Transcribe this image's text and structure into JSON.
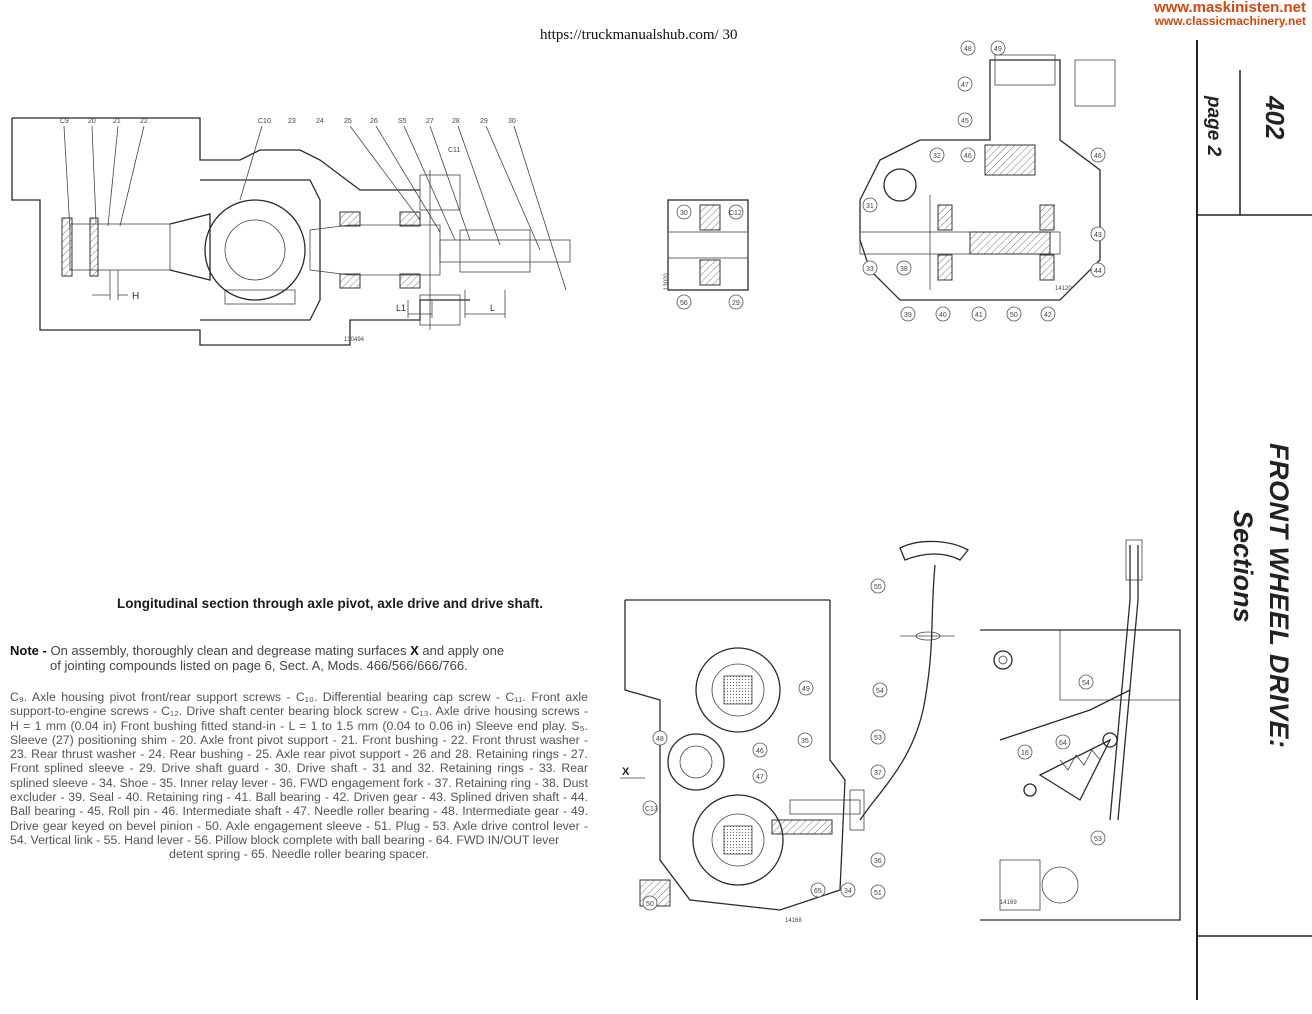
{
  "header": {
    "source_url": "https://truckmanualshub.com/ 30",
    "watermark_line1": "www.maskinisten.net",
    "watermark_line2": "www.classicmachinery.net",
    "page_number": "402",
    "page_sub": "page 2"
  },
  "section": {
    "title_line1": "FRONT WHEEL DRIVE:",
    "title_line2": "Sections"
  },
  "caption": {
    "title": "Longitudinal section through axle pivot, axle drive and drive shaft.",
    "note_label": "Note -",
    "note_text_1": " On assembly, thoroughly clean and degrease mating surfaces ",
    "note_x": "X",
    "note_text_2": " and apply one",
    "note_text_3": "of jointing compounds listed on page 6, Sect. A, Mods. 466/566/666/766.",
    "legend": "C₉. Axle housing pivot front/rear support screws - C₁₀. Differential bearing cap screw - C₁₁. Front axle support-to-engine screws - C₁₂. Drive shaft center bearing block screw - C₁₃. Axle drive housing screws - H = 1 mm (0.04 in) Front bushing fitted stand-in - L = 1 to 1.5 mm (0.04 to 0.06 in) Sleeve end play. S₅. Sleeve (27) positioning shim - 20. Axle front pivot support - 21. Front bushing - 22. Front thrust washer - 23. Rear thrust washer - 24. Rear bushing - 25. Axle rear pivot support - 26 and 28. Retaining rings - 27. Front splined sleeve - 29. Drive shaft guard - 30. Drive shaft - 31 and 32. Retaining rings - 33. Rear splined sleeve - 34. Shoe - 35. Inner relay lever - 36. FWD engagement fork - 37. Retaining ring - 38. Dust excluder - 39. Seal - 40. Retaining ring - 41. Ball bearing - 42. Driven gear - 43. Splined driven shaft - 44. Ball bearing - 45. Roll pin - 46. Intermediate shaft - 47. Needle roller bearing - 48. Intermediate gear - 49. Drive gear keyed on bevel pinion - 50. Axle engagement sleeve - 51. Plug - 53. Axle drive control lever - 54. Vertical link - 55. Hand lever - 56. Pillow block complete with ball bearing - 64. FWD IN/OUT lever",
    "legend_last": "detent spring - 65. Needle roller bearing spacer."
  },
  "diagram_labels": {
    "fig1_callouts": [
      "C9",
      "20",
      "21",
      "22",
      "C10",
      "23",
      "24",
      "25",
      "26",
      "S5",
      "27",
      "28",
      "29",
      "30",
      "C11"
    ],
    "fig1_dims": [
      "H",
      "L1",
      "L"
    ],
    "fig1_ref": "130494",
    "fig2_callouts": [
      "30",
      "C12",
      "56",
      "29"
    ],
    "fig2_ref": "13020",
    "fig3_callouts": [
      "48",
      "49",
      "47",
      "45",
      "46",
      "32",
      "31",
      "33",
      "38",
      "39",
      "40",
      "41",
      "50",
      "42",
      "43",
      "44",
      "46"
    ],
    "fig3_ref": "14120",
    "fig4_callouts": [
      "55",
      "54",
      "53",
      "37",
      "35",
      "36",
      "34",
      "51",
      "65",
      "49",
      "48",
      "46",
      "47",
      "C13",
      "50"
    ],
    "fig4_x": "X",
    "fig4_ref": "14168",
    "fig5_callouts": [
      "54",
      "16",
      "64",
      "53"
    ],
    "fig5_ref": "14169"
  }
}
